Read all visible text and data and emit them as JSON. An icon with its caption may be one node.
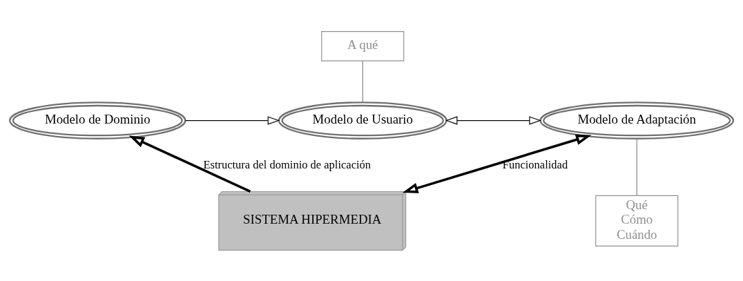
{
  "diagram": {
    "nodes": [
      {
        "text": [
          "Modelo de Dominio"
        ]
      },
      {
        "text": [
          "Modelo de Usuario"
        ]
      },
      {
        "text": [
          "Modelo de Adaptación"
        ]
      },
      {
        "text": [
          "A qué"
        ]
      },
      {
        "text": [
          "Qué",
          "Cómo",
          "Cuándo"
        ]
      },
      {
        "text": [
          "SISTEMA HIPERMEDIA"
        ]
      }
    ],
    "edges": [
      {
        "from": 0,
        "to": 1,
        "arrow": "to"
      },
      {
        "from": 1,
        "to": 2,
        "arrow": "both"
      },
      {
        "from": 3,
        "to": 1,
        "arrow": "none",
        "color": "#808080"
      },
      {
        "from": 4,
        "to": 2,
        "arrow": "none",
        "color": "#808080"
      },
      {
        "from": 5,
        "to": 0,
        "arrow": "to",
        "label": "Estructura del dominio de aplicación",
        "style": "thick"
      },
      {
        "from": 5,
        "to": 2,
        "arrow": "both",
        "label": "Funcionalidad",
        "style": "thick"
      }
    ]
  }
}
